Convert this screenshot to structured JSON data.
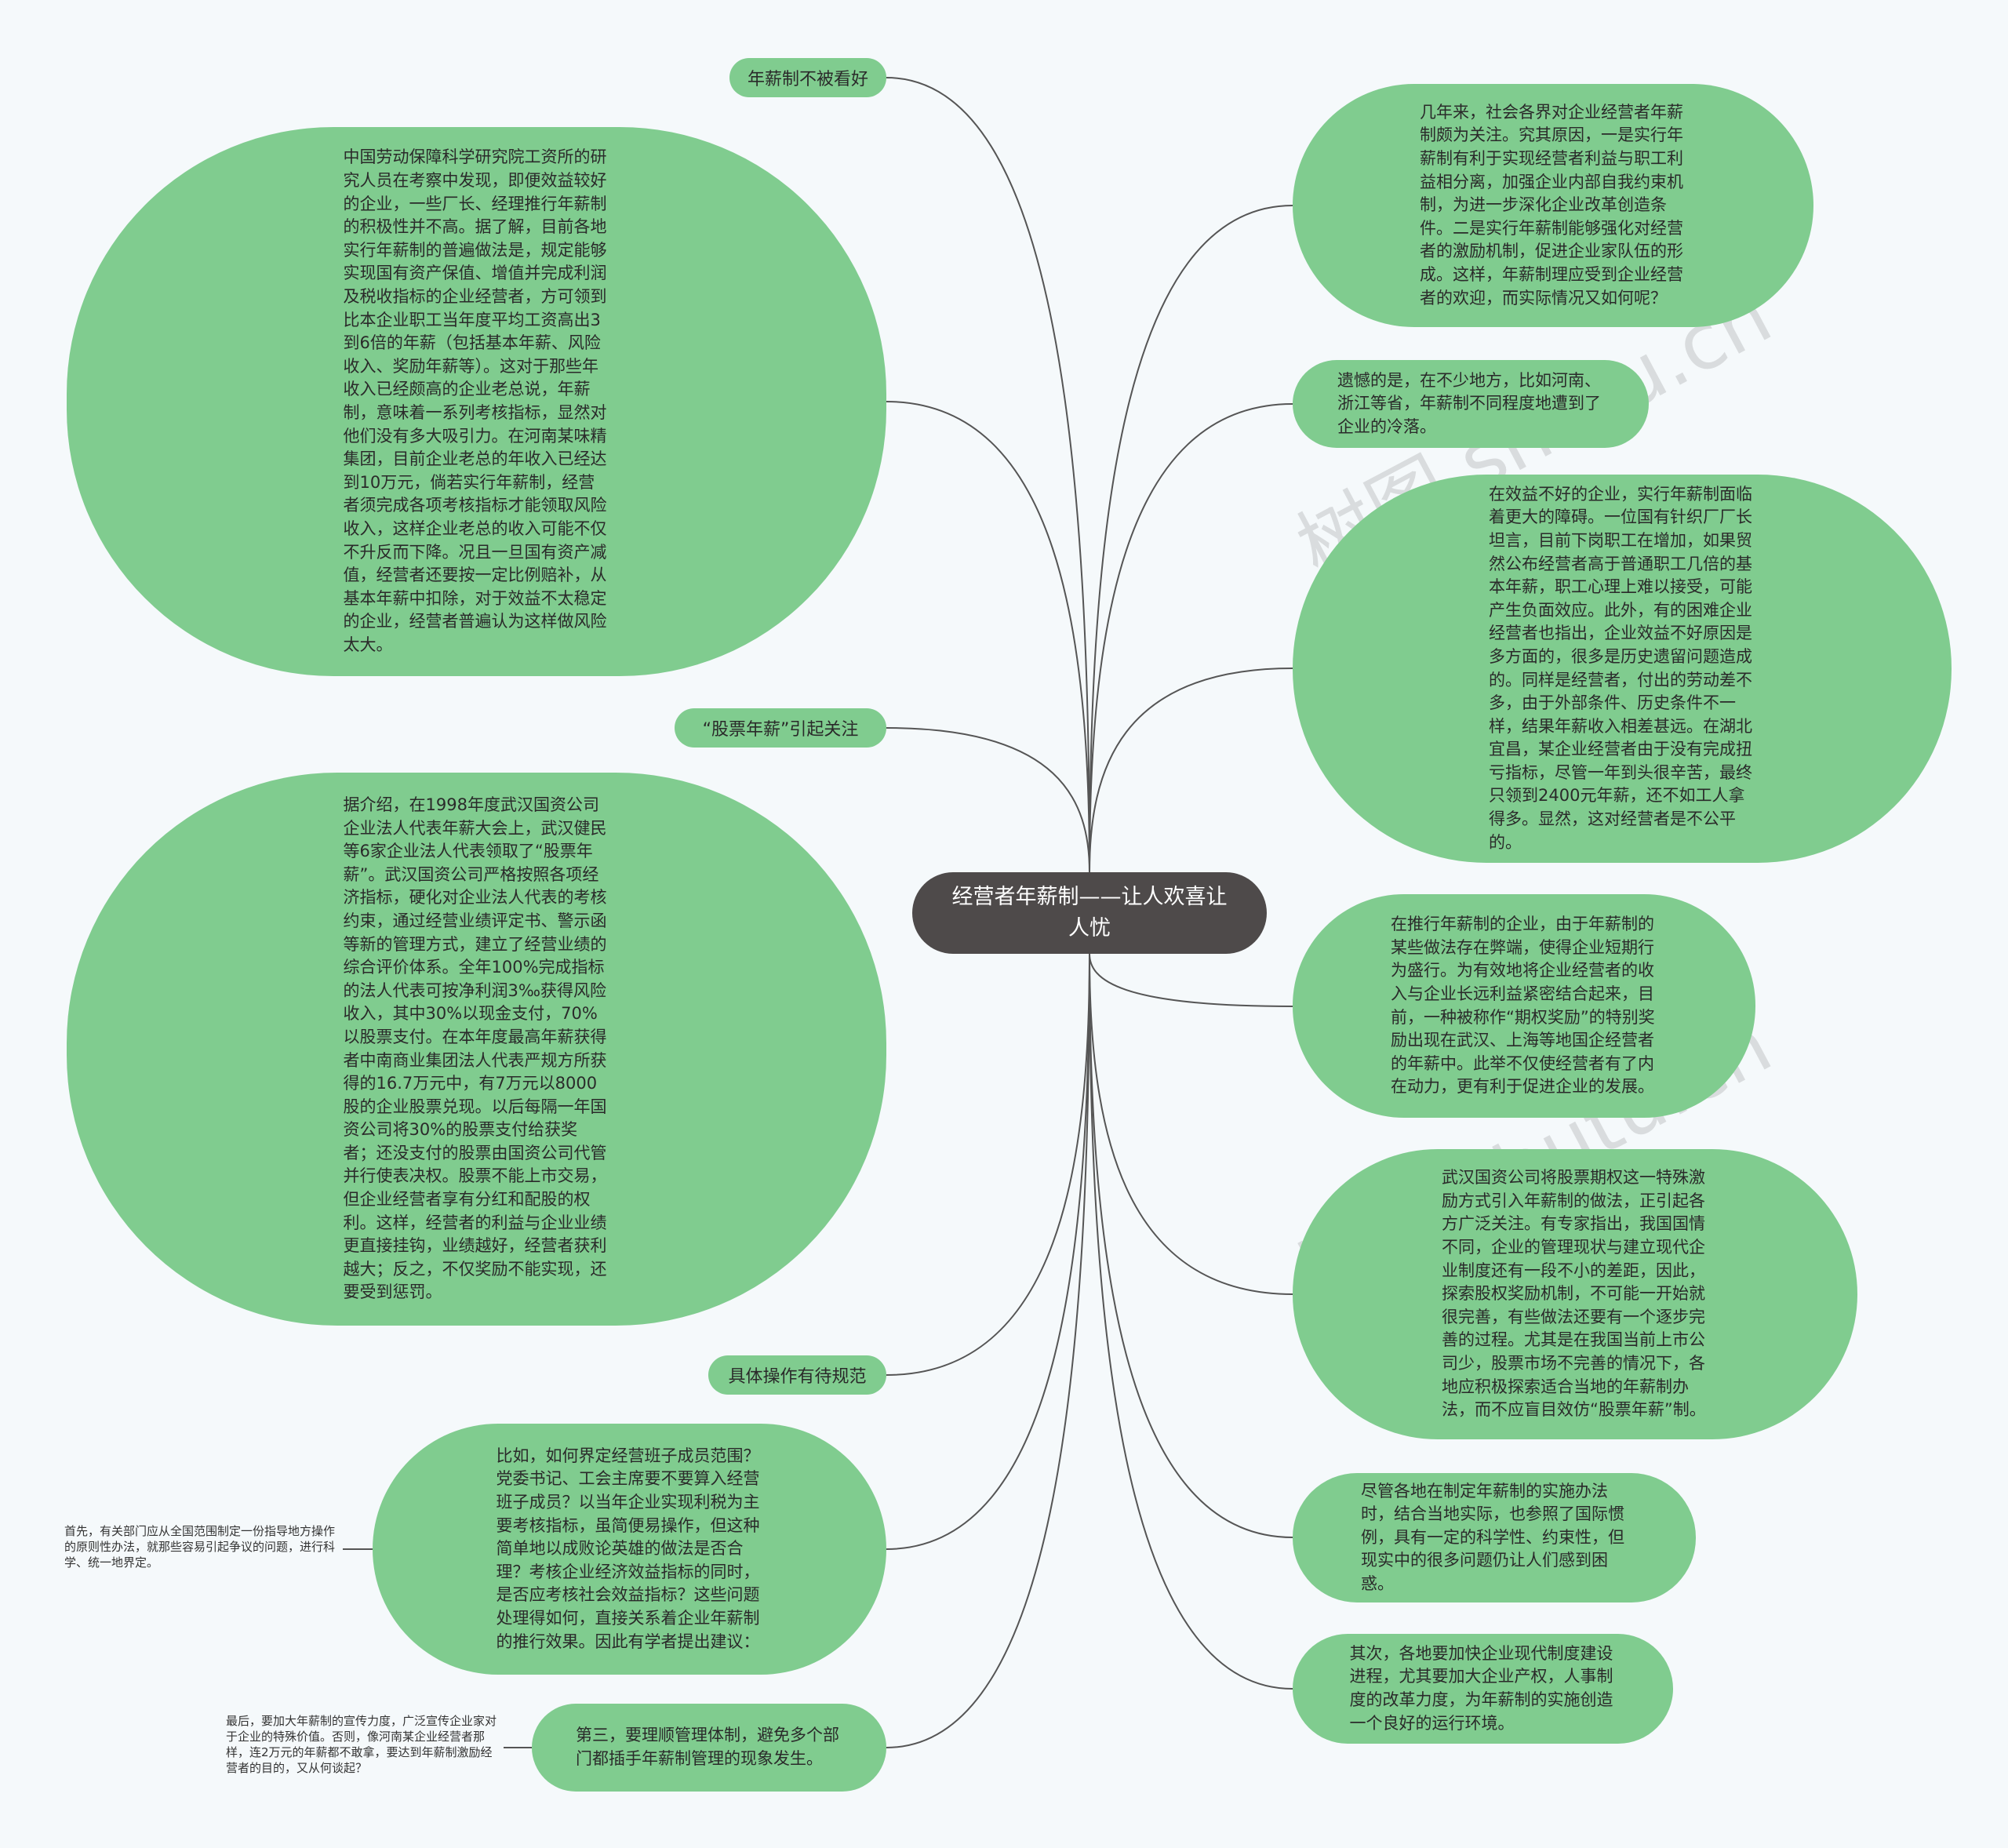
{
  "center": {
    "title": "经营者年薪制——让人欢喜让人忧"
  },
  "left": {
    "label_not_favored": "年薪制不被看好",
    "para_survey": "中国劳动保障科学研究院工资所的研究人员在考察中发现，即便效益较好的企业，一些厂长、经理推行年薪制的积极性并不高。据了解，目前各地实行年薪制的普遍做法是，规定能够实现国有资产保值、增值并完成利润及税收指标的企业经营者，方可领到比本企业职工当年度平均工资高出3到6倍的年薪（包括基本年薪、风险收入、奖励年薪等）。这对于那些年收入已经颇高的企业老总说，年薪制，意味着一系列考核指标，显然对他们没有多大吸引力。在河南某味精集团，目前企业老总的年收入已经达到10万元，倘若实行年薪制，经营者须完成各项考核指标才能领取风险收入，这样企业老总的收入可能不仅不升反而下降。况且一旦国有资产减值，经营者还要按一定比例赔补，从基本年薪中扣除，对于效益不太稳定的企业，经营者普遍认为这样做风险太大。",
    "label_stock_salary": "“股票年薪”引起关注",
    "para_wuhan": "据介绍，在1998年度武汉国资公司企业法人代表年薪大会上，武汉健民等6家企业法人代表领取了“股票年薪”。武汉国资公司严格按照各项经济指标，硬化对企业法人代表的考核约束，通过经营业绩评定书、警示函等新的管理方式，建立了经营业绩的综合评价体系。全年100%完成指标的法人代表可按净利润3‰获得风险收入，其中30%以现金支付，70%以股票支付。在本年度最高年薪获得者中南商业集团法人代表严规方所获得的16.7万元中，有7万元以8000股的企业股票兑现。以后每隔一年国资公司将30%的股票支付给获奖者；还没支付的股票由国资公司代管并行使表决权。股票不能上市交易，但企业经营者享有分红和配股的权利。这样，经营者的利益与企业业绩更直接挂钩，业绩越好，经营者获利越大；反之，不仅奖励不能实现，还要受到惩罚。",
    "label_operation": "具体操作有待规范",
    "para_example": "比如，如何界定经营班子成员范围？党委书记、工会主席要不要算入经营班子成员？以当年企业实现利税为主要考核指标，虽简便易操作，但这种简单地以成败论英雄的做法是否合理？考核企业经济效益指标的同时，是否应考核社会效益指标？这些问题处理得如何，直接关系着企业年薪制的推行效果。因此有学者提出建议：",
    "note_first": "首先，有关部门应从全国范围制定一份指导地方操作的原则性办法，就那些容易引起争议的问题，进行科学、统一地界定。",
    "para_third": "第三，要理顺管理体制，避免多个部门都插手年薪制管理的现象发生。",
    "note_last": "最后，要加大年薪制的宣传力度，广泛宣传企业家对于企业的特殊价值。否则，像河南某企业经营者那样，连2万元的年薪都不敢拿，要达到年薪制激励经营者的目的，又从何谈起？"
  },
  "right": {
    "para_attention": "几年来，社会各界对企业经营者年薪制颇为关注。究其原因，一是实行年薪制有利于实现经营者利益与职工利益相分离，加强企业内部自我约束机制，为进一步深化企业改革创造条件。二是实行年薪制能够强化对经营者的激励机制，促进企业家队伍的形成。这样，年薪制理应受到企业经营者的欢迎，而实际情况又如何呢？",
    "para_regret": "遗憾的是，在不少地方，比如河南、浙江等省，年薪制不同程度地遭到了企业的冷落。",
    "para_poor_efficiency": "在效益不好的企业，实行年薪制面临着更大的障碍。一位国有针织厂厂长坦言，目前下岗职工在增加，如果贸然公布经营者高于普通职工几倍的基本年薪，职工心理上难以接受，可能产生负面效应。此外，有的困难企业经营者也指出，企业效益不好原因是多方面的，很多是历史遗留问题造成的。同样是经营者，付出的劳动差不多，由于外部条件、历史条件不一样，结果年薪收入相差甚远。在湖北宜昌，某企业经营者由于没有完成扭亏指标，尽管一年到头很辛苦，最终只领到2400元年薪，还不如工人拿得多。显然，这对经营者是不公平的。",
    "para_drawbacks": "在推行年薪制的企业，由于年薪制的某些做法存在弊端，使得企业短期行为盛行。为有效地将企业经营者的收入与企业长远利益紧密结合起来，目前，一种被称作“期权奖励”的特别奖励出现在武汉、上海等地国企经营者的年薪中。此举不仅使经营者有了内在动力，更有利于促进企业的发展。",
    "para_options": "武汉国资公司将股票期权这一特殊激励方式引入年薪制的做法，正引起各方广泛关注。有专家指出，我国国情不同，企业的管理现状与建立现代企业制度还有一段不小的差距，因此，探索股权奖励机制，不可能一开始就很完善，有些做法还要有一个逐步完善的过程。尤其是在我国当前上市公司少，股票市场不完善的情况下，各地应积极探索适合当地的年薪制办法，而不应盲目效仿“股票年薪”制。",
    "para_despite": "尽管各地在制定年薪制的实施办法时，结合当地实际，也参照了国际惯例，具有一定的科学性、约束性，但现实中的很多问题仍让人们感到困惑。",
    "para_second": "其次，各地要加快企业现代制度建设进程，尤其要加大企业产权，人事制度的改革力度，为年薪制的实施创造一个良好的运行环境。"
  },
  "watermark": {
    "text1": "树图 shutu.cn",
    "text2": "树图 shutu.cn",
    "text3": "树图 shutu.cn",
    "text4": "树图 shutu.cn"
  },
  "colors": {
    "node_fill": "#80cc8f",
    "center_fill": "#4e4a4a",
    "line": "#555555",
    "background": "#f5f9fb"
  }
}
